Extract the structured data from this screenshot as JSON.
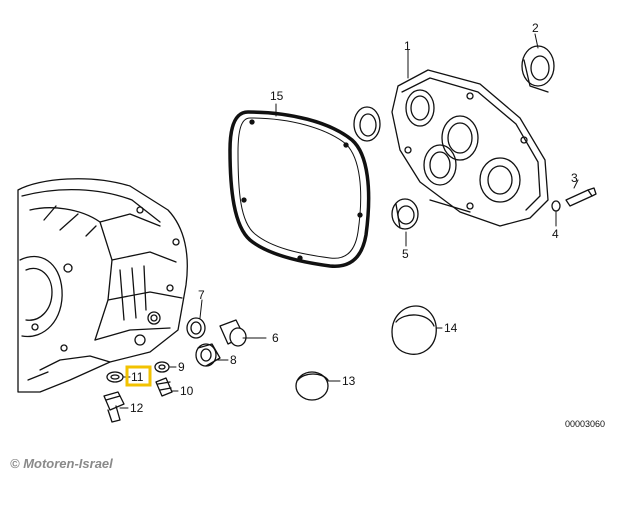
{
  "labels": {
    "p1": "1",
    "p2": "2",
    "p3": "3",
    "p4": "4",
    "p5": "5",
    "p6": "6",
    "p7": "7",
    "p8": "8",
    "p9": "9",
    "p10": "10",
    "p11": "11",
    "p12": "12",
    "p13": "13",
    "p14": "14",
    "p15": "15"
  },
  "highlighted_part": "11",
  "highlight_color": "#f2c200",
  "drawing_code": "00003060",
  "copyright": "© Motoren-Israel"
}
